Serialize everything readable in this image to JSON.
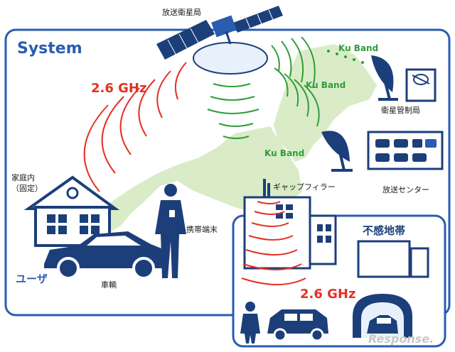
{
  "diagram": {
    "title": "System",
    "satellite_label": "放送衛星局",
    "ku_band_labels": [
      "Ku Band",
      "Ku Band",
      "Ku Band"
    ],
    "freq_labels": [
      "2.6 GHz",
      "2.6 GHz"
    ],
    "home_label": "家庭内\n（固定）",
    "mobile_label": "携帯端末",
    "car_label": "車輌",
    "user_label": "ユーザ",
    "gapfiller_label": "ギャップフィラー",
    "control_station_label": "衛星管制局",
    "broadcast_center_label": "放送センター",
    "dead_zone_label": "不感地帯",
    "watermark": "Response."
  },
  "colors": {
    "frame_blue": "#2a5db0",
    "map_green": "#d9ecc7",
    "signal_red": "#e53024",
    "signal_green": "#2e9e3a",
    "navy": "#1c3f7a"
  }
}
